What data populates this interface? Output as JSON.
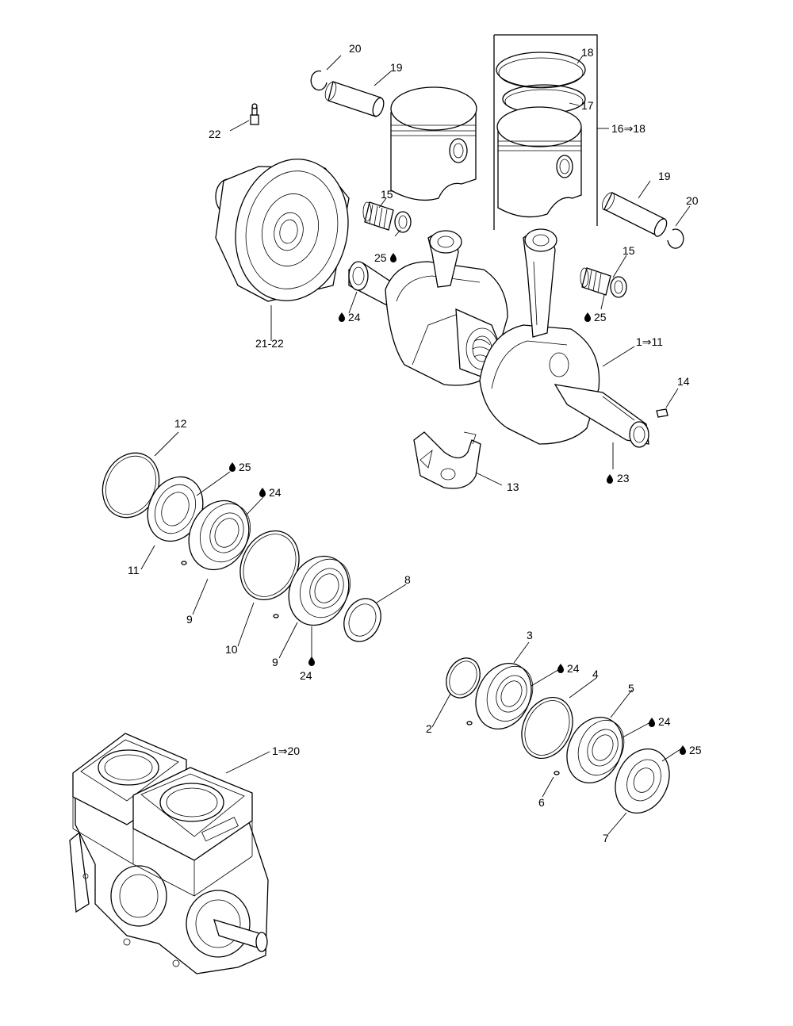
{
  "labels": {
    "l1_11": "1⇒11",
    "l1_20": "1⇒20",
    "l2": "2",
    "l3": "3",
    "l4": "4",
    "l5": "5",
    "l6": "6",
    "l7": "7",
    "l8": "8",
    "l9a": "9",
    "l9b": "9",
    "l10": "10",
    "l11": "11",
    "l12": "12",
    "l13": "13",
    "l14": "14",
    "l15a": "15",
    "l15b": "15",
    "l16_18": "16⇒18",
    "l17": "17",
    "l18": "18",
    "l19a": "19",
    "l19b": "19",
    "l20a": "20",
    "l20b": "20",
    "l21_22": "21-22",
    "l22": "22",
    "l23": "23",
    "l24a": "24",
    "l24b": "24",
    "l24c": "24",
    "l24d": "24",
    "l24e": "24",
    "l25a": "25",
    "l25b": "25",
    "l25c": "25",
    "l25d": "25"
  },
  "icons": {
    "lubricant": "oil-drop-icon"
  }
}
